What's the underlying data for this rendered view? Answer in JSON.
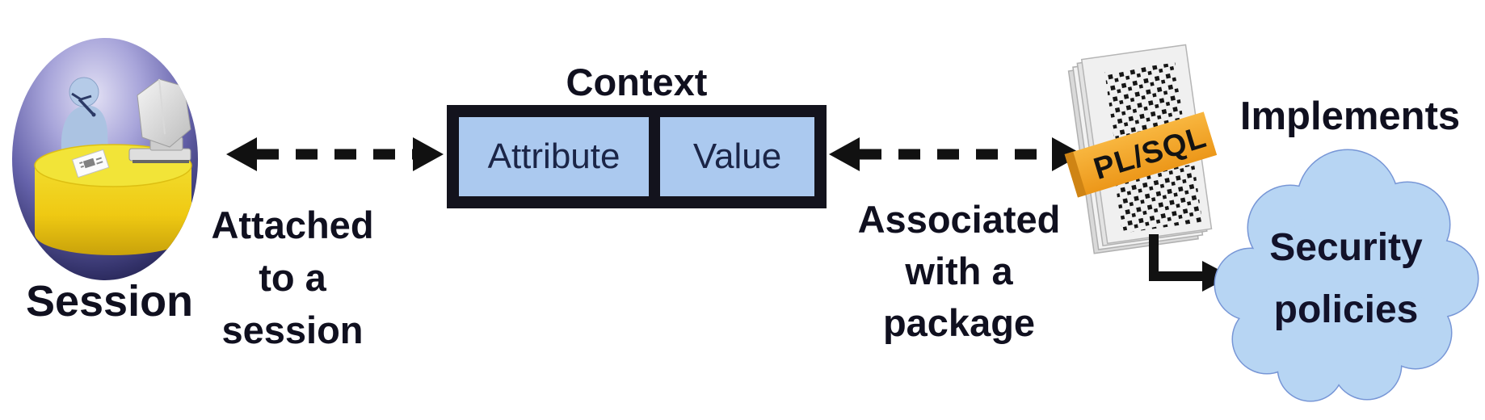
{
  "diagram": {
    "session_label": "Session",
    "context": {
      "title": "Context",
      "columns": [
        "Attribute",
        "Value"
      ]
    },
    "attached_label": {
      "line1": "Attached",
      "line2": "to a",
      "line3": "session"
    },
    "associated_label": {
      "line1": "Associated",
      "line2": "with a",
      "line3": "package"
    },
    "plsql_band_label": "PL/SQL",
    "implements_label": "Implements",
    "cloud_label": {
      "line1": "Security",
      "line2": "policies"
    },
    "colors": {
      "context_fill": "#abc9ef",
      "context_border": "#13131d",
      "cloud_fill": "#b7d5f3",
      "cloud_stroke": "#7796d6",
      "band_orange": "#f2a52c",
      "desk_yellow": "#f0d822",
      "sphere_navy": "#1c1b45",
      "arrow_black": "#111111"
    }
  }
}
